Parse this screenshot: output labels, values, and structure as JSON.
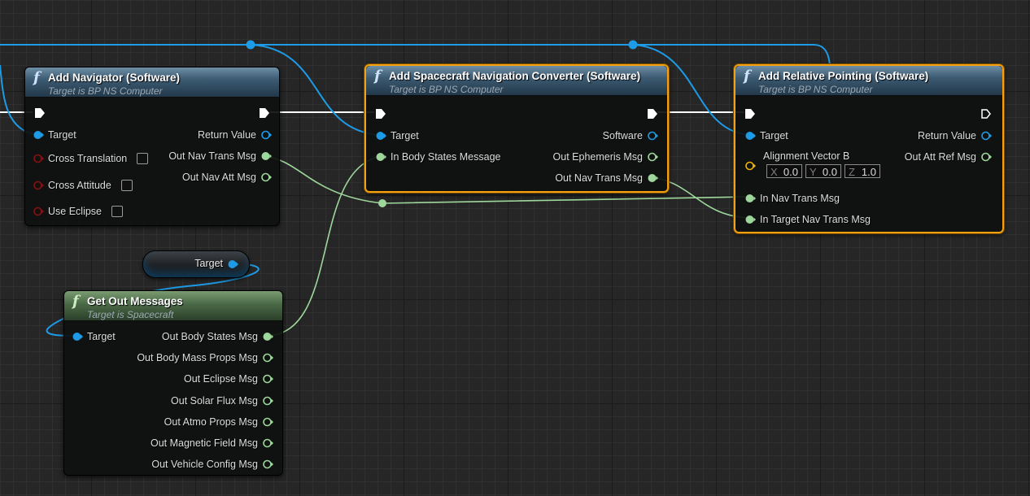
{
  "nodes": {
    "add_navigator": {
      "title": "Add Navigator (Software)",
      "subtitle": "Target is BP NS Computer",
      "inputs": [
        "Target",
        "Cross Translation",
        "Cross Attitude",
        "Use Eclipse"
      ],
      "outputs": [
        "Return Value",
        "Out Nav Trans Msg",
        "Out Nav Att Msg"
      ]
    },
    "add_nav_converter": {
      "title": "Add Spacecraft Navigation Converter (Software)",
      "subtitle": "Target is BP NS Computer",
      "inputs": [
        "Target",
        "In Body States Message"
      ],
      "outputs": [
        "Software",
        "Out Ephemeris Msg",
        "Out Nav Trans Msg"
      ]
    },
    "add_relative_pointing": {
      "title": "Add Relative Pointing (Software)",
      "subtitle": "Target is BP NS Computer",
      "inputs": [
        "Target",
        "Alignment Vector B",
        "In Nav Trans Msg",
        "In Target Nav Trans Msg"
      ],
      "outputs": [
        "Return Value",
        "Out Att Ref Msg"
      ],
      "alignment_vector": {
        "x_label": "X",
        "x": "0.0",
        "y_label": "Y",
        "y": "0.0",
        "z_label": "Z",
        "z": "1.0"
      }
    },
    "target_variable": {
      "label": "Target"
    },
    "get_out_messages": {
      "title": "Get Out Messages",
      "subtitle": "Target is Spacecraft",
      "inputs": [
        "Target"
      ],
      "outputs": [
        "Out Body States Msg",
        "Out Body Mass Props Msg",
        "Out Eclipse Msg",
        "Out Solar Flux Msg",
        "Out Atmo Props Msg",
        "Out Magnetic Field Msg",
        "Out Vehicle Config Msg"
      ]
    }
  },
  "icons": {
    "function": "f",
    "exec_pin": "exec-arrow-icon",
    "object_pin": "blue-circle-pin",
    "struct_pin": "green-circle-pin",
    "bool_pin": "red-circle-pin",
    "vector_pin": "yellow-circle-pin"
  },
  "colors": {
    "object_wire": "#1d9be6",
    "struct_wire": "#9ed79b",
    "exec_wire": "#ffffff",
    "bool_pin": "#8a1010",
    "vector_pin": "#f0b400",
    "selection": "#f3a10f",
    "graph_bg": "#262626"
  }
}
